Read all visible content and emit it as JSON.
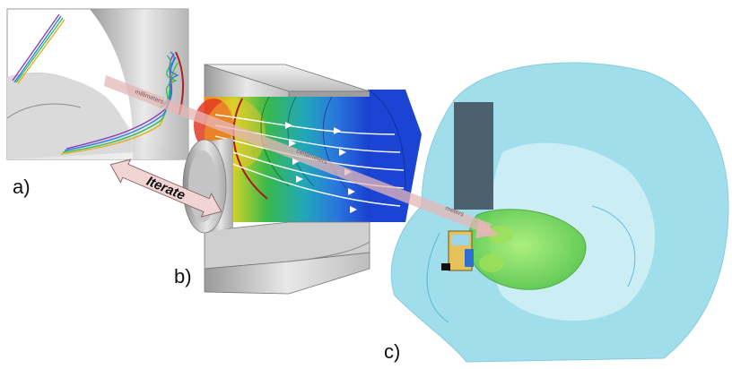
{
  "labels": {
    "a": "a)",
    "b": "b)",
    "c": "c)"
  },
  "iterate_arrow": {
    "label": "Iterate"
  },
  "beam_path": {
    "label_upper": "millimeters",
    "label_mid": "centimeters",
    "label_lower": "meters"
  },
  "colors": {
    "magnet_gray": "#d9d9d9",
    "field_hot": "#e8402a",
    "field_mid": "#38b84a",
    "field_cold": "#1a47d6",
    "head_tissue": "#5fc7de",
    "target_green": "#66e03c",
    "beam_arrow": "#e6b7b7"
  }
}
